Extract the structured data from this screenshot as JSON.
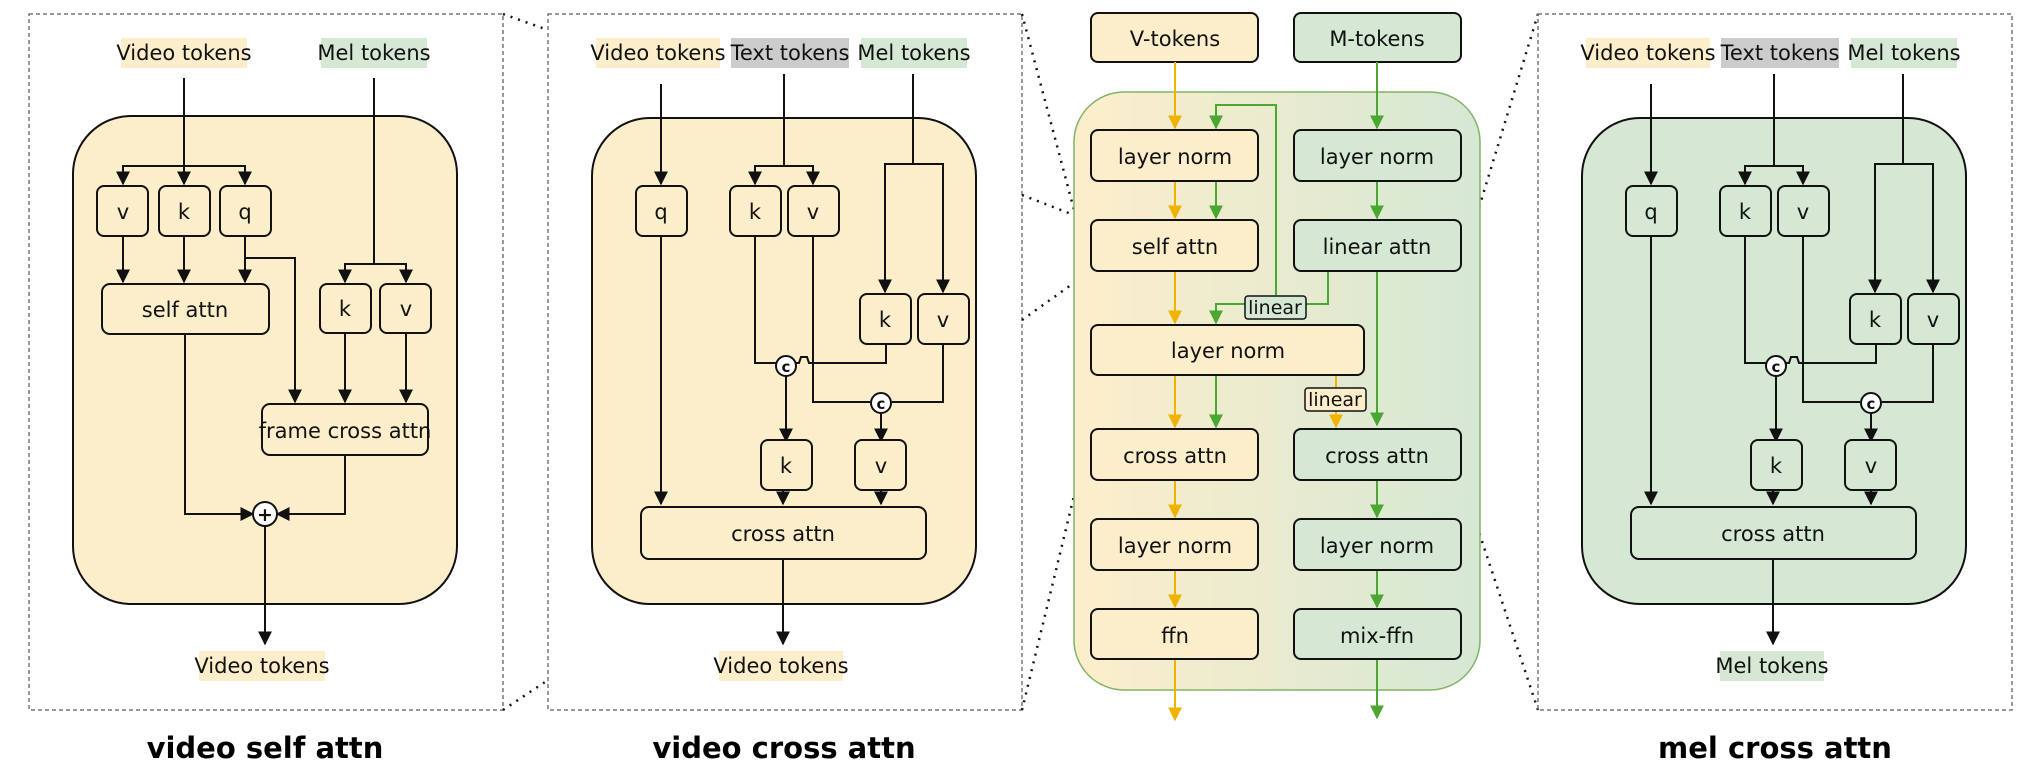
{
  "colors": {
    "video": "#fdeecb",
    "mel": "#d5e8d4",
    "text_token_bg": "#cccccc",
    "video_arrow": "#f0b400",
    "mel_arrow": "#4aa832",
    "block_bg_start": "#fdeecb",
    "block_bg_end": "#d5e8d4",
    "block_border": "#82b366"
  },
  "panel1": {
    "title": "video self attn",
    "input_video": "Video tokens",
    "input_mel": "Mel tokens",
    "v": "v",
    "k": "k",
    "q": "q",
    "self_attn": "self attn",
    "k2": "k",
    "v2": "v",
    "frame_cross_attn": "frame cross attn",
    "plus": "+",
    "output": "Video tokens"
  },
  "panel2": {
    "title": "video cross attn",
    "input_video": "Video tokens",
    "input_text": "Text tokens",
    "input_mel": "Mel tokens",
    "q": "q",
    "k": "k",
    "v": "v",
    "k2": "k",
    "v2": "v",
    "concat": "c",
    "k3": "k",
    "v3": "v",
    "cross_attn": "cross attn",
    "output": "Video tokens"
  },
  "panel3": {
    "v_tokens": "V-tokens",
    "m_tokens": "M-tokens",
    "left": [
      "layer norm",
      "self attn"
    ],
    "shared_norm": "layer norm",
    "left_lower": [
      "cross attn",
      "layer norm",
      "ffn"
    ],
    "right": [
      "layer norm",
      "linear attn",
      "cross attn",
      "layer norm",
      "mix-ffn"
    ],
    "linear_1": "linear",
    "linear_2": "linear"
  },
  "panel4": {
    "title": "mel cross attn",
    "input_video": "Video tokens",
    "input_text": "Text tokens",
    "input_mel": "Mel tokens",
    "q": "q",
    "k": "k",
    "v": "v",
    "k2": "k",
    "v2": "v",
    "concat": "c",
    "k3": "k",
    "v3": "v",
    "cross_attn": "cross attn",
    "output": "Mel tokens"
  }
}
